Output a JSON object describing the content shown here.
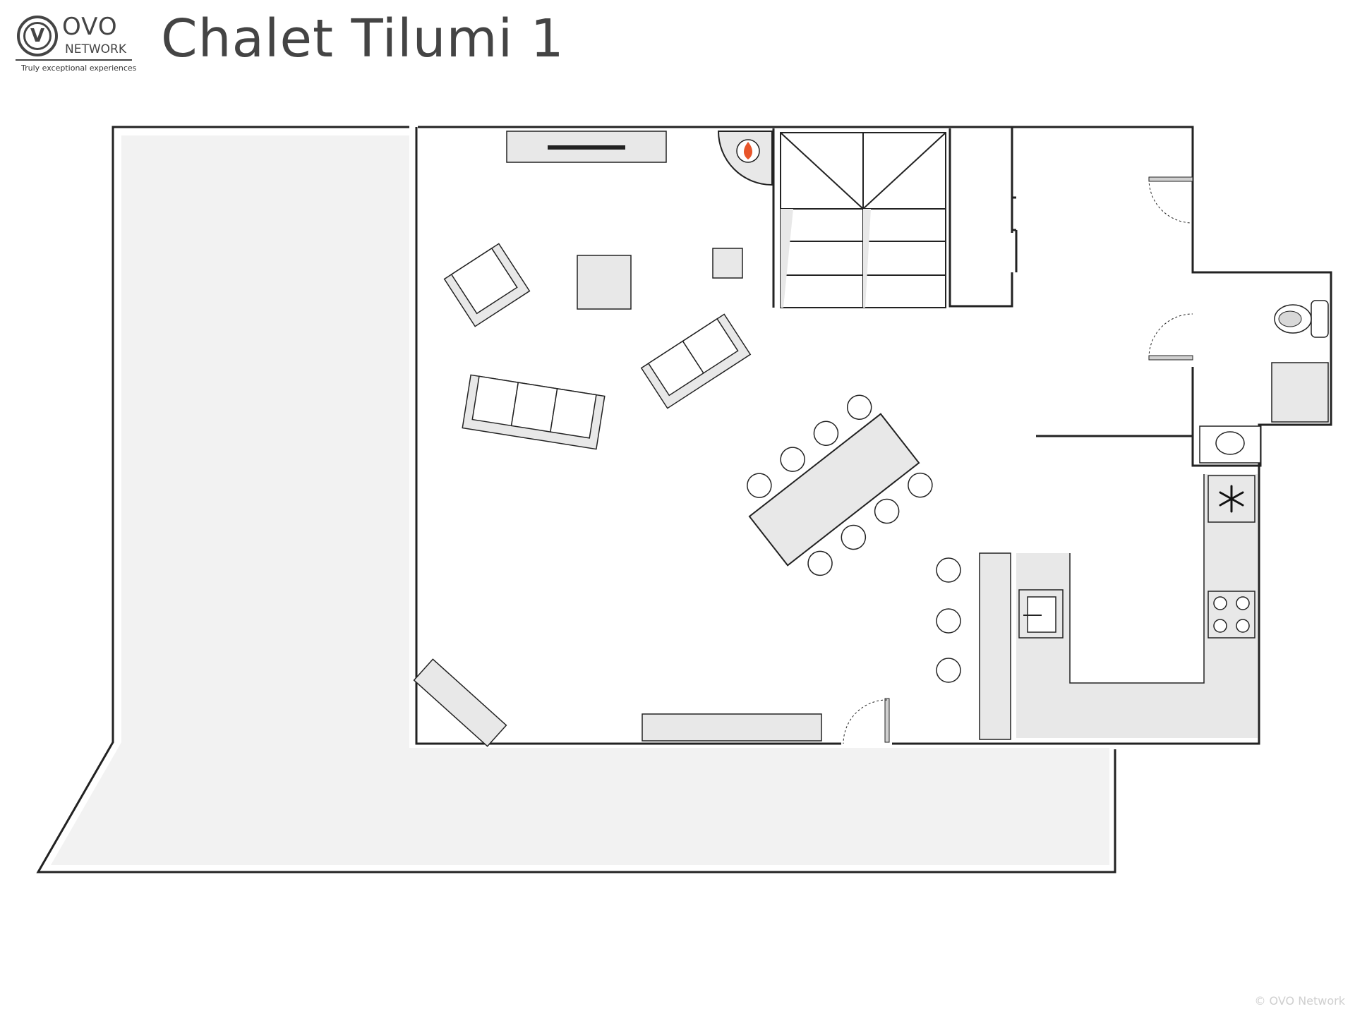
{
  "header": {
    "logo_brand": "OVO",
    "logo_sub": "NETWORK",
    "logo_tagline": "Truly exceptional experiences",
    "title": "Chalet Tilumi 1"
  },
  "footer": {
    "copyright": "© OVO Network"
  },
  "colors": {
    "wall": "#222222",
    "furniture_fill": "#e8e8e8",
    "terrace_fill": "#f2f2f2",
    "fire": "#e8552a"
  },
  "icons": [
    "fireplace-icon",
    "snowflake-icon",
    "toilet-icon",
    "sink-icon",
    "hob-icon"
  ]
}
